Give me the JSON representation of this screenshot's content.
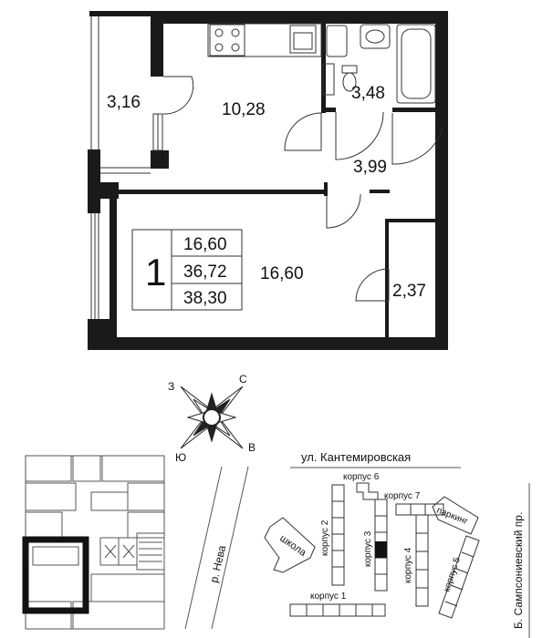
{
  "plan": {
    "rooms": {
      "loggia": "3,16",
      "kitchen": "10,28",
      "bathroom": "3,48",
      "hall": "3,99",
      "living": "16,60",
      "wardrobe": "2,37"
    },
    "summary": {
      "rooms_count": "1",
      "living_area": "16,60",
      "total_area": "36,72",
      "total_with_loggia": "38,30"
    }
  },
  "compass": {
    "north": "С",
    "east": "В",
    "south": "Ю",
    "west": "З"
  },
  "site": {
    "street_top": "ул. Кантемировская",
    "river": "р. Нева",
    "avenue": "Б. Сампсониевский пр.",
    "school": "школа",
    "parking": "паркинг",
    "buildings": {
      "k1": "корпус 1",
      "k2": "корпус 2",
      "k3": "корпус 3",
      "k4": "корпус 4",
      "k5": "корпус 5",
      "k6": "корпус 6",
      "k7": "корпус 7"
    }
  },
  "colors": {
    "wall": "#1a1a1a",
    "line": "#333333",
    "background": "#ffffff"
  }
}
